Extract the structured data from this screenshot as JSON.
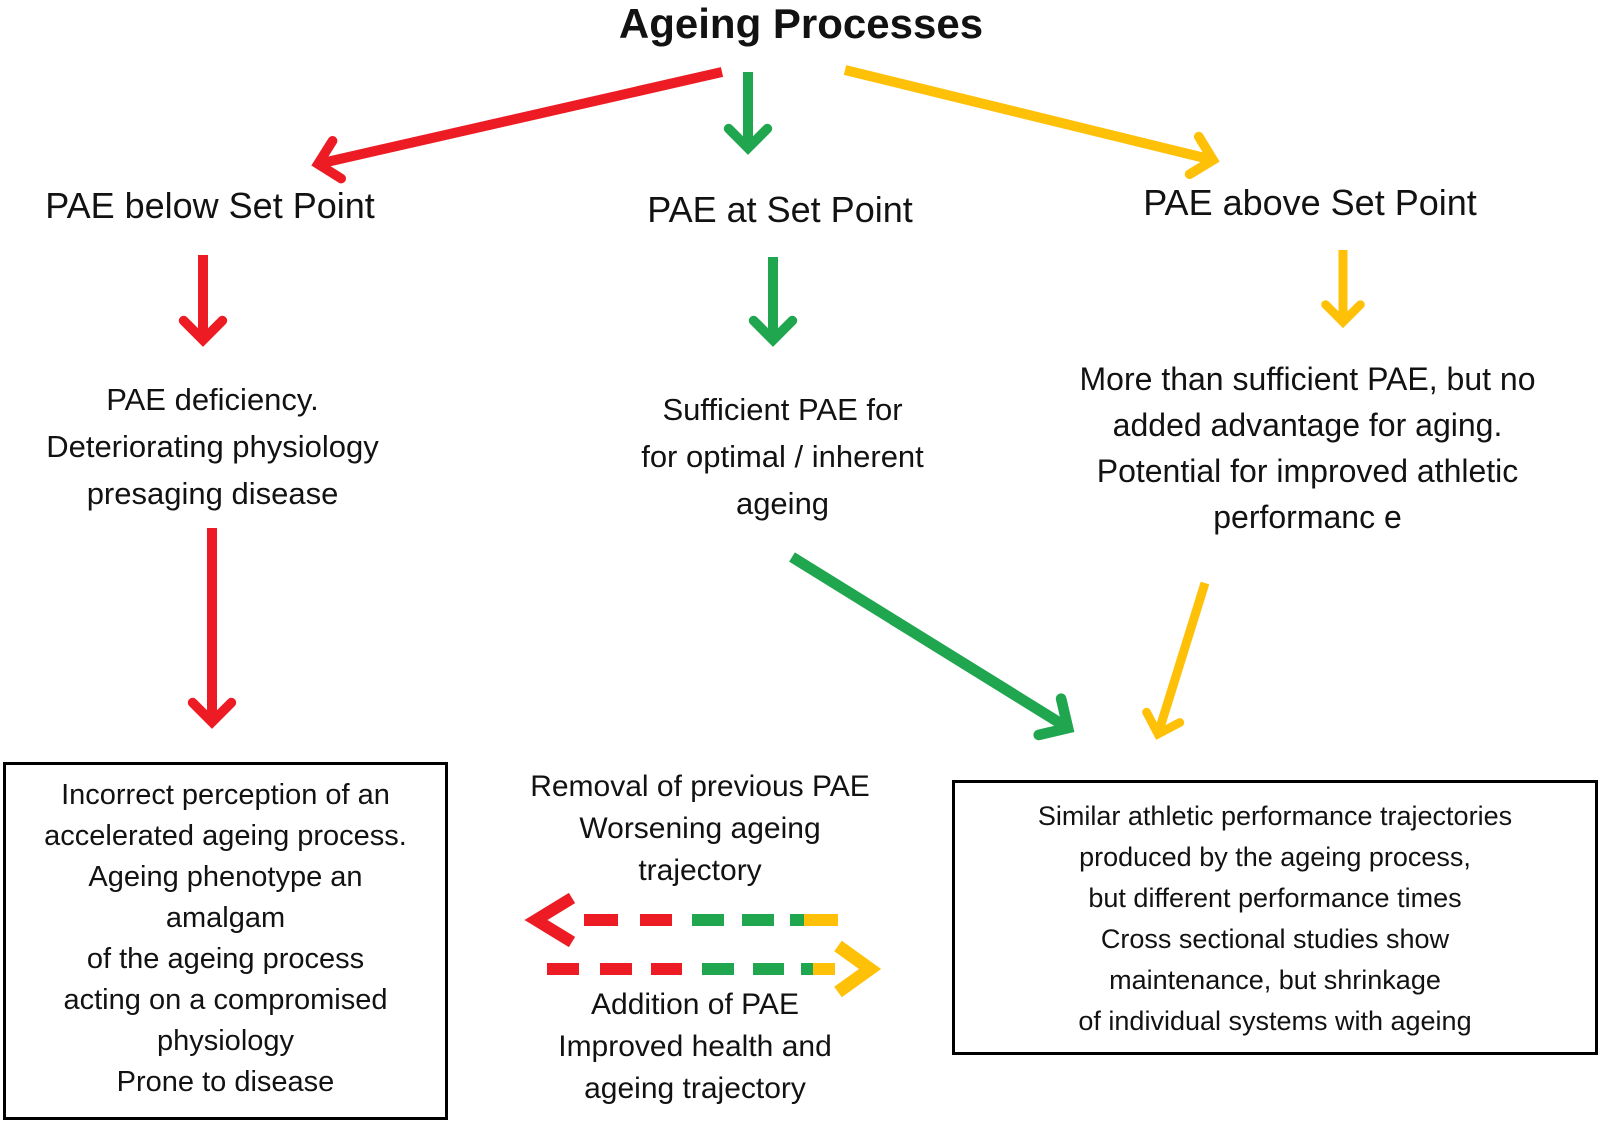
{
  "title": "Ageing Processes",
  "colors": {
    "red": "#ED1C24",
    "green": "#1FA64F",
    "yellow": "#FFC008"
  },
  "branches": {
    "below": {
      "heading": "PAE below Set Point",
      "body": [
        "PAE deficiency.",
        "Deteriorating physiology",
        "presaging disease"
      ],
      "outcome": [
        "Incorrect perception of an",
        "accelerated ageing process.",
        "Ageing phenotype an",
        "amalgam",
        "of the ageing process",
        "acting on a compromised",
        "physiology",
        "Prone to disease"
      ]
    },
    "at": {
      "heading": "PAE at Set Point",
      "body": [
        "Sufficient PAE for",
        "for optimal / inherent",
        "ageing"
      ]
    },
    "above": {
      "heading": "PAE above Set Point",
      "body": [
        "More than sufficient PAE, but no",
        "added advantage for aging.",
        "Potential for improved athletic",
        "performanc e"
      ]
    }
  },
  "shared_outcome": [
    "Similar athletic performance trajectories",
    "produced by the ageing process,",
    "but different performance times",
    "Cross sectional studies show",
    "maintenance, but shrinkage",
    "of individual systems with ageing"
  ],
  "legend": {
    "removal": [
      "Removal of previous PAE",
      "Worsening ageing",
      "trajectory"
    ],
    "addition": [
      "Addition of PAE",
      "Improved health and",
      "ageing trajectory"
    ]
  }
}
